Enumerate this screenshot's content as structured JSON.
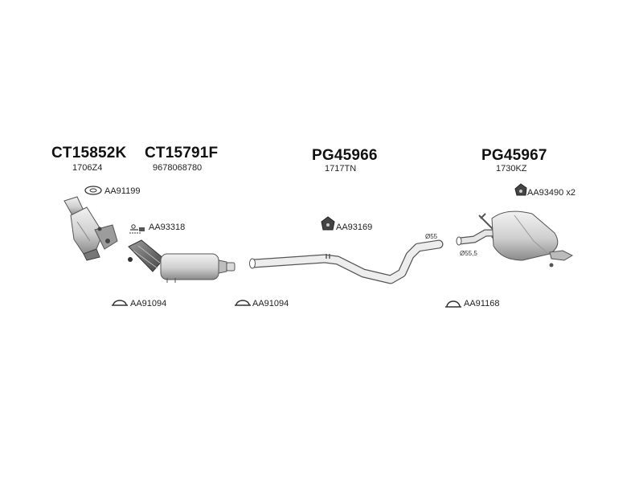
{
  "main_parts": [
    {
      "code": "CT15852K",
      "ref": "1706Z4"
    },
    {
      "code": "CT15791F",
      "ref": "9678068780"
    },
    {
      "code": "PG45966",
      "ref": "1717TN"
    },
    {
      "code": "PG45967",
      "ref": "1730KZ"
    }
  ],
  "accessories": {
    "gasket_top": "AA91199",
    "bolt_kit": "AA93318",
    "clamp_left_1": "AA91094",
    "clamp_left_2": "AA91094",
    "rubber_mount_mid": "AA93169",
    "clamp_right": "AA91168",
    "rubber_mount_right": "AA93490 x2"
  },
  "dimensions": {
    "pipe_diameter_55": "Ø55",
    "pipe_diameter_55_5": "Ø55,5"
  },
  "colors": {
    "line": "#555555",
    "fill_light": "#e6e6e6",
    "fill_mid": "#c8c8c8",
    "fill_dark": "#6a6a6a"
  }
}
